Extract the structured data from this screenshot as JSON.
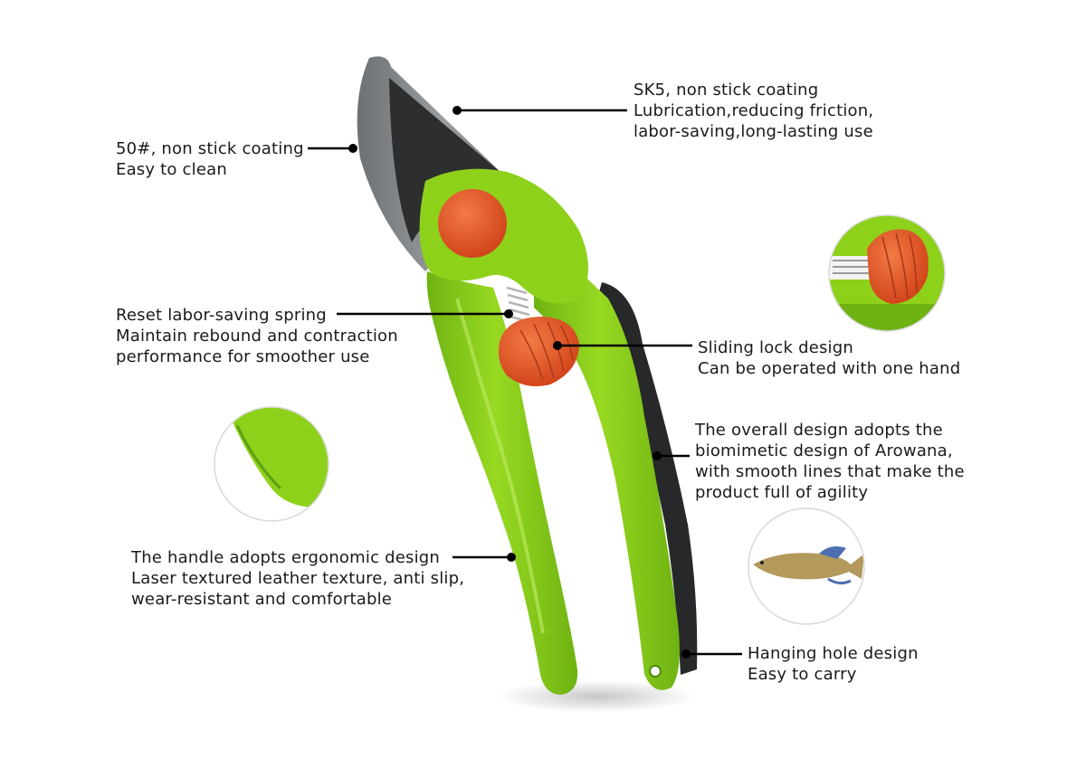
{
  "colors": {
    "handle_green": "#8ed11a",
    "handle_green_dark": "#5f9e12",
    "blade_gray": "#8a8d8f",
    "blade_dark": "#2c2e30",
    "knob_orange": "#e8572a",
    "grip_black": "#26282a",
    "leader_line": "#000000"
  },
  "callouts": {
    "coating_50": {
      "line1": "50#, non stick coating",
      "line2": "Easy to clean"
    },
    "sk5": {
      "line1": "SK5, non stick coating",
      "line2": "Lubrication,reducing friction,",
      "line3": "labor-saving,long-lasting use"
    },
    "spring": {
      "line1": "Reset labor-saving spring",
      "line2": "Maintain rebound and contraction",
      "line3": "performance for smoother use"
    },
    "lock": {
      "line1": "Sliding lock design",
      "line2": "Can be operated with one hand"
    },
    "arowana": {
      "line1": "The overall design adopts the",
      "line2": "biomimetic design of Arowana,",
      "line3": "with smooth lines that make the",
      "line4": "product full of agility"
    },
    "handle": {
      "line1": "The handle adopts ergonomic design",
      "line2": "Laser textured leather texture, anti slip,",
      "line3": "wear-resistant and comfortable"
    },
    "hanging": {
      "line1": "Hanging hole design",
      "line2": "Easy to carry"
    }
  }
}
